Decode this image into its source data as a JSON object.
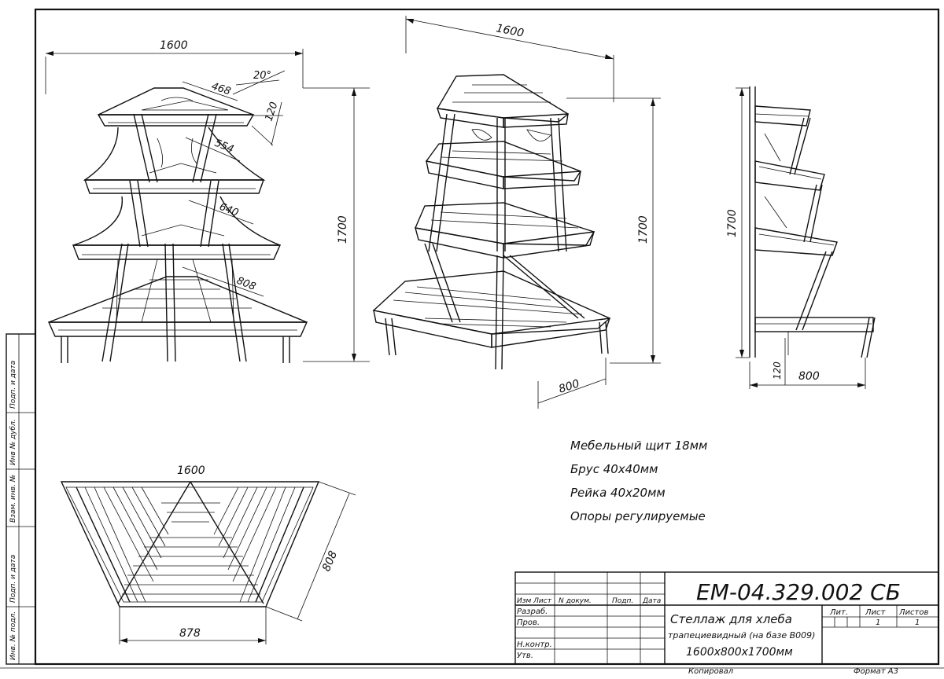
{
  "dimensions": {
    "front_width": "1600",
    "angle": "20°",
    "tier1_depth": "468",
    "tier1_gap": "120",
    "tier2_depth": "554",
    "tier3_depth": "640",
    "base_depth": "808",
    "front_height": "1700",
    "iso_width": "1600",
    "iso_height": "1700",
    "iso_depth": "800",
    "side_height": "1700",
    "side_leg": "120",
    "side_depth": "800",
    "top_width": "1600",
    "top_depth": "808",
    "top_bottom": "878"
  },
  "notes": [
    "Мебельный щит 18мм",
    "Брус 40х40мм",
    "Рейка 40х20мм",
    "Опоры регулируемые"
  ],
  "margin_labels": [
    "Подп. и дата",
    "Инв № дубл.",
    "Взам. инв. №",
    "Подп. и дата",
    "Инв. № подл."
  ],
  "title_block": {
    "doc_code": "ЕМ-04.329.002 СБ",
    "header_izm_list": "Изм Лист",
    "header_n_dokum": "N докум.",
    "header_podp": "Подп.",
    "header_data": "Дата",
    "row_razrab": "Разраб.",
    "row_prov": "Пров.",
    "row_nkontr": "Н.контр.",
    "row_utv": "Утв.",
    "name_line1": "Стеллаж для хлеба",
    "name_line2": "трапециевидный (на базе В009)",
    "name_line3": "1600х800х1700мм",
    "lit_label": "Лит.",
    "list_label": "Лист",
    "listov_label": "Листов",
    "list_value": "1",
    "listov_value": "1"
  },
  "footer": {
    "copied": "Копировал",
    "format": "Формат А3"
  }
}
